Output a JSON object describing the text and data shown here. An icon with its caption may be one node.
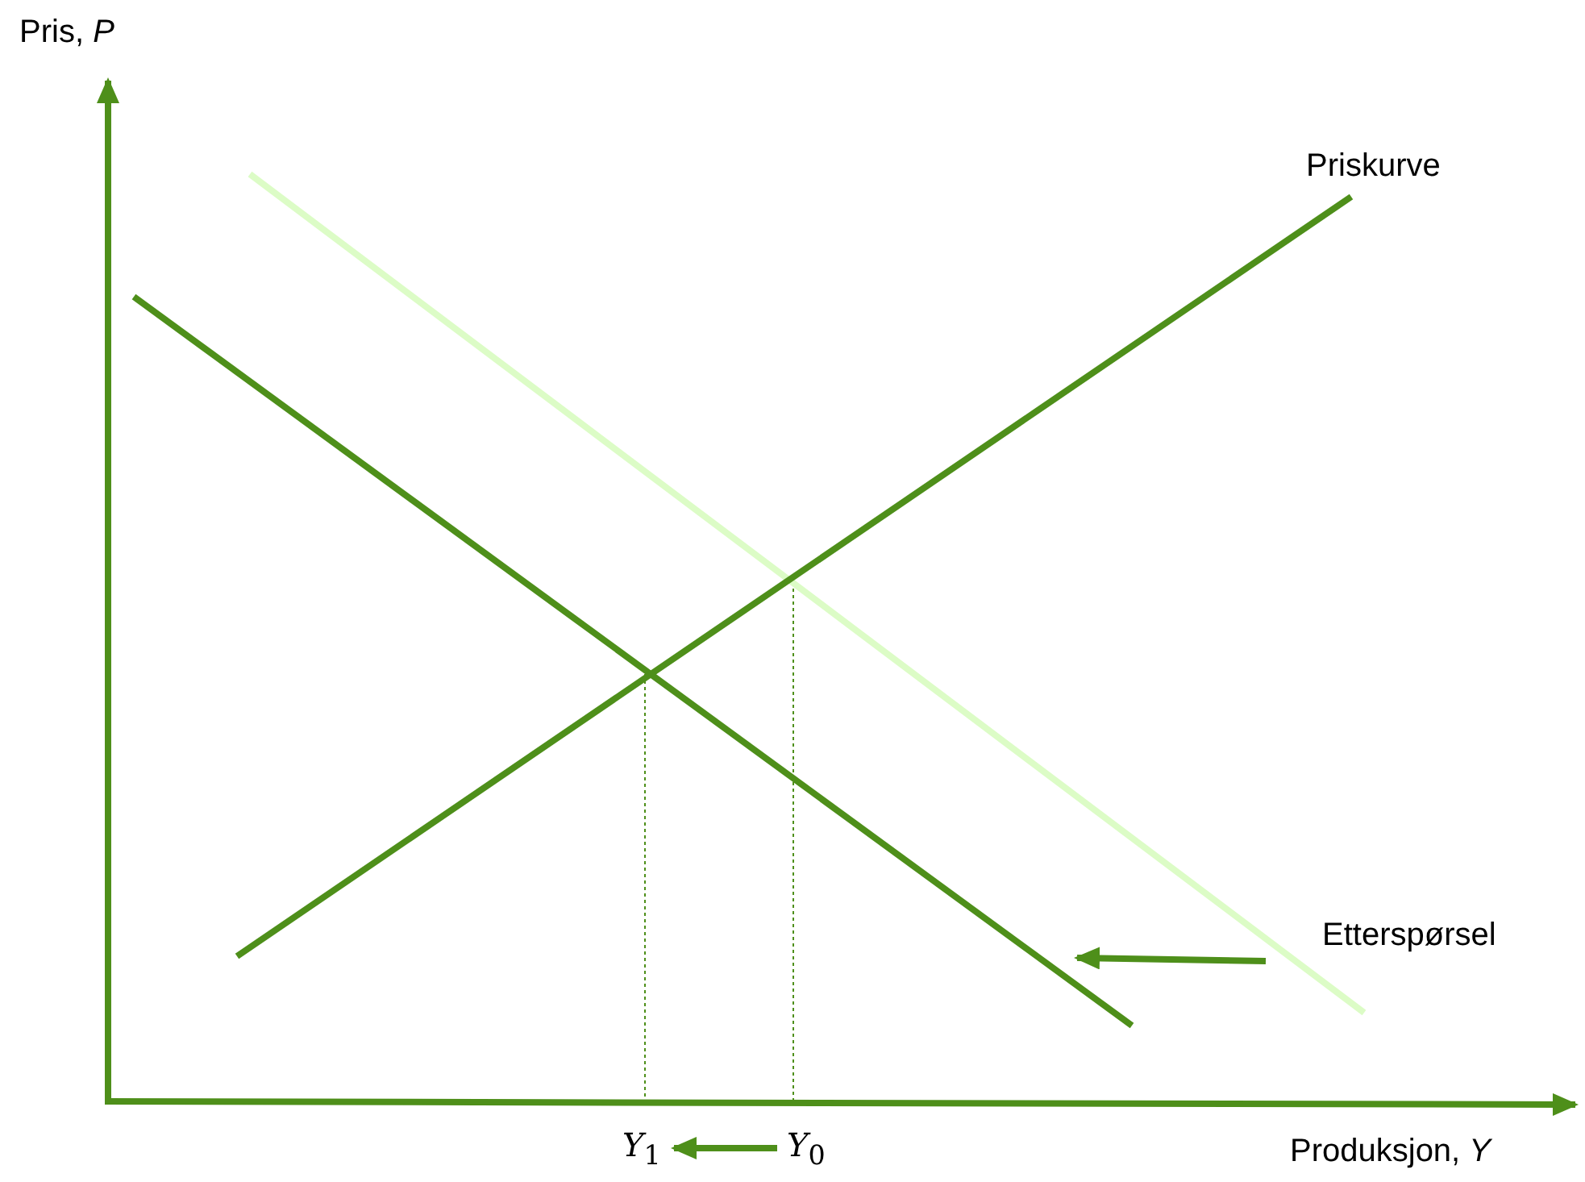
{
  "diagram": {
    "labels": [
      "Pris, *P*",
      "Priskurve",
      "Etterspørsel",
      "Produksjon, *Y*",
      "*Y*$_{1}$",
      "*Y*$_{0}$"
    ]
  }
}
